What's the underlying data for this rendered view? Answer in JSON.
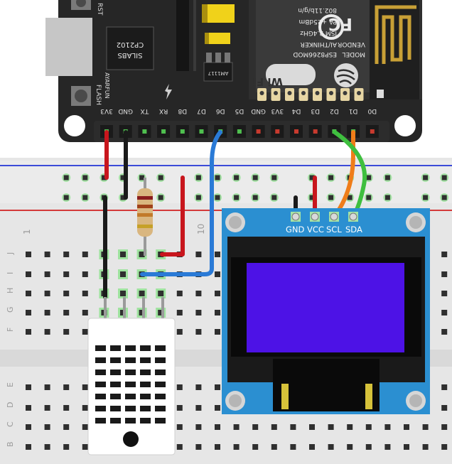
{
  "board": {
    "chip_lines": [
      "CP2102",
      "SILABS"
    ],
    "silkscreen_left": [
      "AYARFUN",
      "FLASH",
      "RST"
    ],
    "regulator": "AM1117",
    "module": {
      "model_lines": [
        "MODEL",
        "VENDOR",
        "ISM 2.4GHz",
        "PA +25dBm",
        "802.11b/g/n"
      ],
      "model_values": [
        "ESP8266MOD",
        "AI/THINKER"
      ],
      "fc_mark": "FC",
      "wifi_badge": "Wi Fi"
    },
    "pins": [
      "3V3",
      "GND",
      "TX",
      "RX",
      "D8",
      "D7",
      "D6",
      "D5",
      "GND",
      "3V3",
      "D4",
      "D3",
      "D2",
      "D1",
      "D0"
    ]
  },
  "breadboard": {
    "row_letters": [
      "J",
      "I",
      "H",
      "G",
      "F",
      "E",
      "D",
      "C",
      "B"
    ],
    "column_numbers": [
      "1",
      "10"
    ]
  },
  "oled": {
    "pin_labels": [
      "GND",
      "VCC",
      "SCL",
      "SDA"
    ]
  },
  "colors": {
    "board": "#262626",
    "breadboard": "#e6e6e6",
    "rail_blue": "#3c4bd8",
    "rail_red": "#d43a3a",
    "wire_red": "#c8161d",
    "wire_black": "#1a1a1a",
    "wire_blue": "#2a7ad6",
    "wire_orange": "#ef7d19",
    "wire_green": "#3fbf3f",
    "oled_pcb": "#2b8fd1",
    "oled_screen": "#4d12e6"
  }
}
